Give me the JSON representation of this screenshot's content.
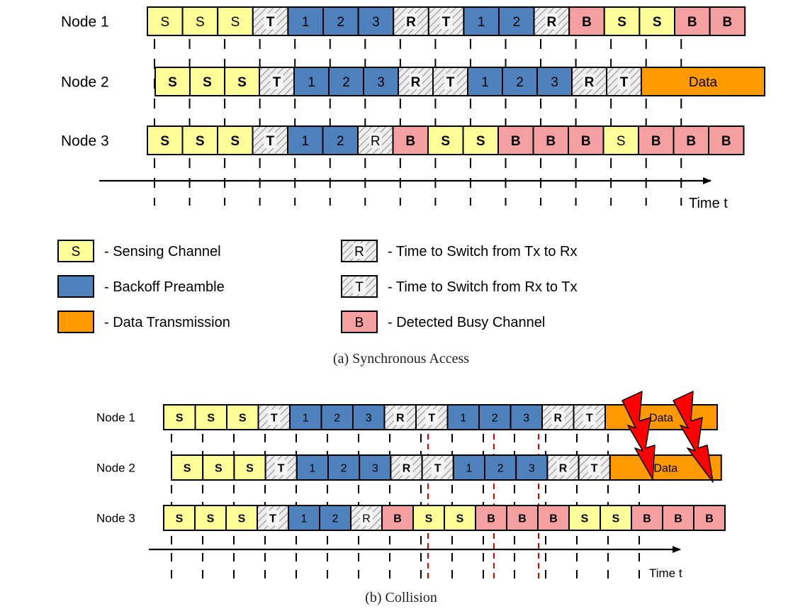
{
  "legend": {
    "items": [
      {
        "symbol": "S",
        "kind": "S",
        "desc": "- Sensing Channel"
      },
      {
        "symbol": "",
        "kind": "N",
        "desc": "- Backoff Preamble"
      },
      {
        "symbol": "",
        "kind": "D",
        "desc": "- Data Transmission"
      },
      {
        "symbol": "R",
        "kind": "R",
        "desc": "- Time to Switch from Tx to Rx"
      },
      {
        "symbol": "T",
        "kind": "T",
        "desc": "- Time to Switch from Rx to Tx"
      },
      {
        "symbol": "B",
        "kind": "B",
        "desc": "- Detected Busy Channel"
      }
    ]
  },
  "colors": {
    "S": "#ffff99",
    "N": "#4f81bd",
    "D": "#ff9900",
    "B": "#f4a0a0",
    "R": "#e8e8e8",
    "T": "#e8e8e8",
    "border": "#000000",
    "red_marker": "#e00000",
    "lightning": "#ff0000"
  },
  "panels": [
    {
      "caption": "(a) Synchronous Access",
      "axis_label": "Time t",
      "nodes": [
        {
          "name": "Node 1",
          "slots": [
            [
              "S",
              false
            ],
            [
              "S",
              false
            ],
            [
              "S",
              false
            ],
            [
              "T",
              true
            ],
            [
              "1",
              false
            ],
            [
              "2",
              false
            ],
            [
              "3",
              false
            ],
            [
              "R",
              true
            ],
            [
              "T",
              true
            ],
            [
              "1",
              false
            ],
            [
              "2",
              false
            ],
            [
              "R",
              true
            ],
            [
              "B",
              true
            ],
            [
              "S",
              true
            ],
            [
              "S",
              true
            ],
            [
              "B",
              true
            ],
            [
              "B",
              true
            ]
          ]
        },
        {
          "name": "Node 2",
          "slots": [
            [
              "S",
              true
            ],
            [
              "S",
              true
            ],
            [
              "S",
              true
            ],
            [
              "T",
              true
            ],
            [
              "1",
              false
            ],
            [
              "2",
              false
            ],
            [
              "3",
              false
            ],
            [
              "R",
              true
            ],
            [
              "T",
              true
            ],
            [
              "1",
              false
            ],
            [
              "2",
              false
            ],
            [
              "3",
              false
            ],
            [
              "R",
              true
            ],
            [
              "T",
              true
            ],
            [
              "Data",
              false
            ]
          ]
        },
        {
          "name": "Node 3",
          "slots": [
            [
              "S",
              true
            ],
            [
              "S",
              true
            ],
            [
              "S",
              true
            ],
            [
              "T",
              true
            ],
            [
              "1",
              false
            ],
            [
              "2",
              false
            ],
            [
              "R",
              false
            ],
            [
              "B",
              true
            ],
            [
              "S",
              true
            ],
            [
              "S",
              true
            ],
            [
              "B",
              true
            ],
            [
              "B",
              true
            ],
            [
              "B",
              true
            ],
            [
              "S",
              false
            ],
            [
              "B",
              true
            ],
            [
              "B",
              true
            ],
            [
              "B",
              true
            ]
          ]
        }
      ]
    },
    {
      "caption": "(b) Collision",
      "axis_label": "Time t",
      "nodes": [
        {
          "name": "Node 1",
          "slots": [
            [
              "S",
              true
            ],
            [
              "S",
              true
            ],
            [
              "S",
              true
            ],
            [
              "T",
              true
            ],
            [
              "1",
              false
            ],
            [
              "2",
              false
            ],
            [
              "3",
              false
            ],
            [
              "R",
              true
            ],
            [
              "T",
              true
            ],
            [
              "1",
              false
            ],
            [
              "2",
              false
            ],
            [
              "3",
              false
            ],
            [
              "R",
              true
            ],
            [
              "T",
              true
            ],
            [
              "Data",
              false
            ]
          ]
        },
        {
          "name": "Node 2",
          "slots": [
            [
              "S",
              true
            ],
            [
              "S",
              true
            ],
            [
              "S",
              true
            ],
            [
              "T",
              true
            ],
            [
              "1",
              false
            ],
            [
              "2",
              false
            ],
            [
              "3",
              false
            ],
            [
              "R",
              true
            ],
            [
              "T",
              true
            ],
            [
              "1",
              false
            ],
            [
              "2",
              false
            ],
            [
              "3",
              false
            ],
            [
              "R",
              true
            ],
            [
              "T",
              true
            ],
            [
              "Data",
              false
            ]
          ]
        },
        {
          "name": "Node 3",
          "slots": [
            [
              "S",
              true
            ],
            [
              "S",
              true
            ],
            [
              "S",
              true
            ],
            [
              "T",
              true
            ],
            [
              "1",
              false
            ],
            [
              "2",
              false
            ],
            [
              "R",
              false
            ],
            [
              "B",
              true
            ],
            [
              "S",
              true
            ],
            [
              "S",
              true
            ],
            [
              "B",
              true
            ],
            [
              "B",
              true
            ],
            [
              "B",
              true
            ],
            [
              "S",
              true
            ],
            [
              "S",
              true
            ],
            [
              "B",
              true
            ],
            [
              "B",
              true
            ],
            [
              "B",
              true
            ]
          ]
        }
      ]
    }
  ]
}
